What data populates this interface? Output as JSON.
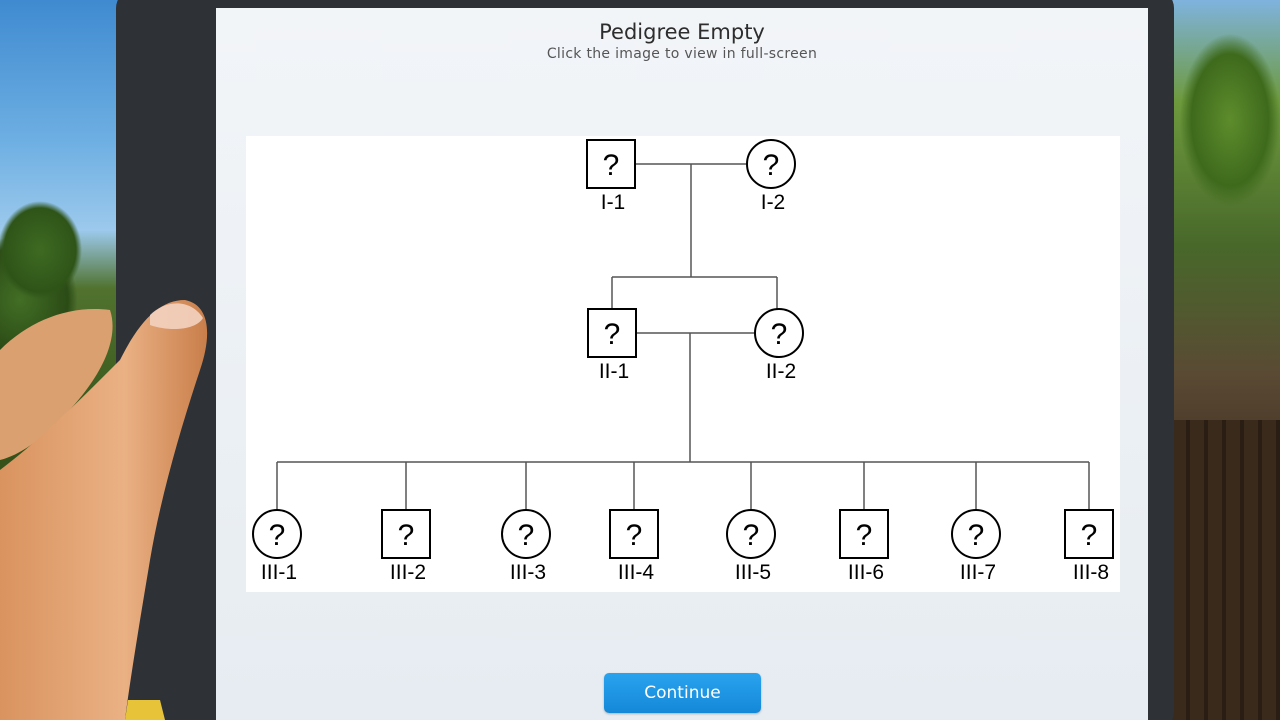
{
  "app": {
    "title": "Pedigree Empty",
    "subtitle": "Click the image to view in full-screen"
  },
  "pedigree": {
    "unknown_glyph": "?",
    "individuals": [
      {
        "id": "I-1",
        "sex": "male"
      },
      {
        "id": "I-2",
        "sex": "female"
      },
      {
        "id": "II-1",
        "sex": "male"
      },
      {
        "id": "II-2",
        "sex": "female"
      },
      {
        "id": "III-1",
        "sex": "female"
      },
      {
        "id": "III-2",
        "sex": "male"
      },
      {
        "id": "III-3",
        "sex": "female"
      },
      {
        "id": "III-4",
        "sex": "male"
      },
      {
        "id": "III-5",
        "sex": "female"
      },
      {
        "id": "III-6",
        "sex": "male"
      },
      {
        "id": "III-7",
        "sex": "female"
      },
      {
        "id": "III-8",
        "sex": "male"
      }
    ]
  },
  "actions": {
    "continue_label": "Continue"
  },
  "colors": {
    "accent": "#1f97e4",
    "screen_background": "#eef2f6",
    "device_frame": "#2e3135"
  }
}
